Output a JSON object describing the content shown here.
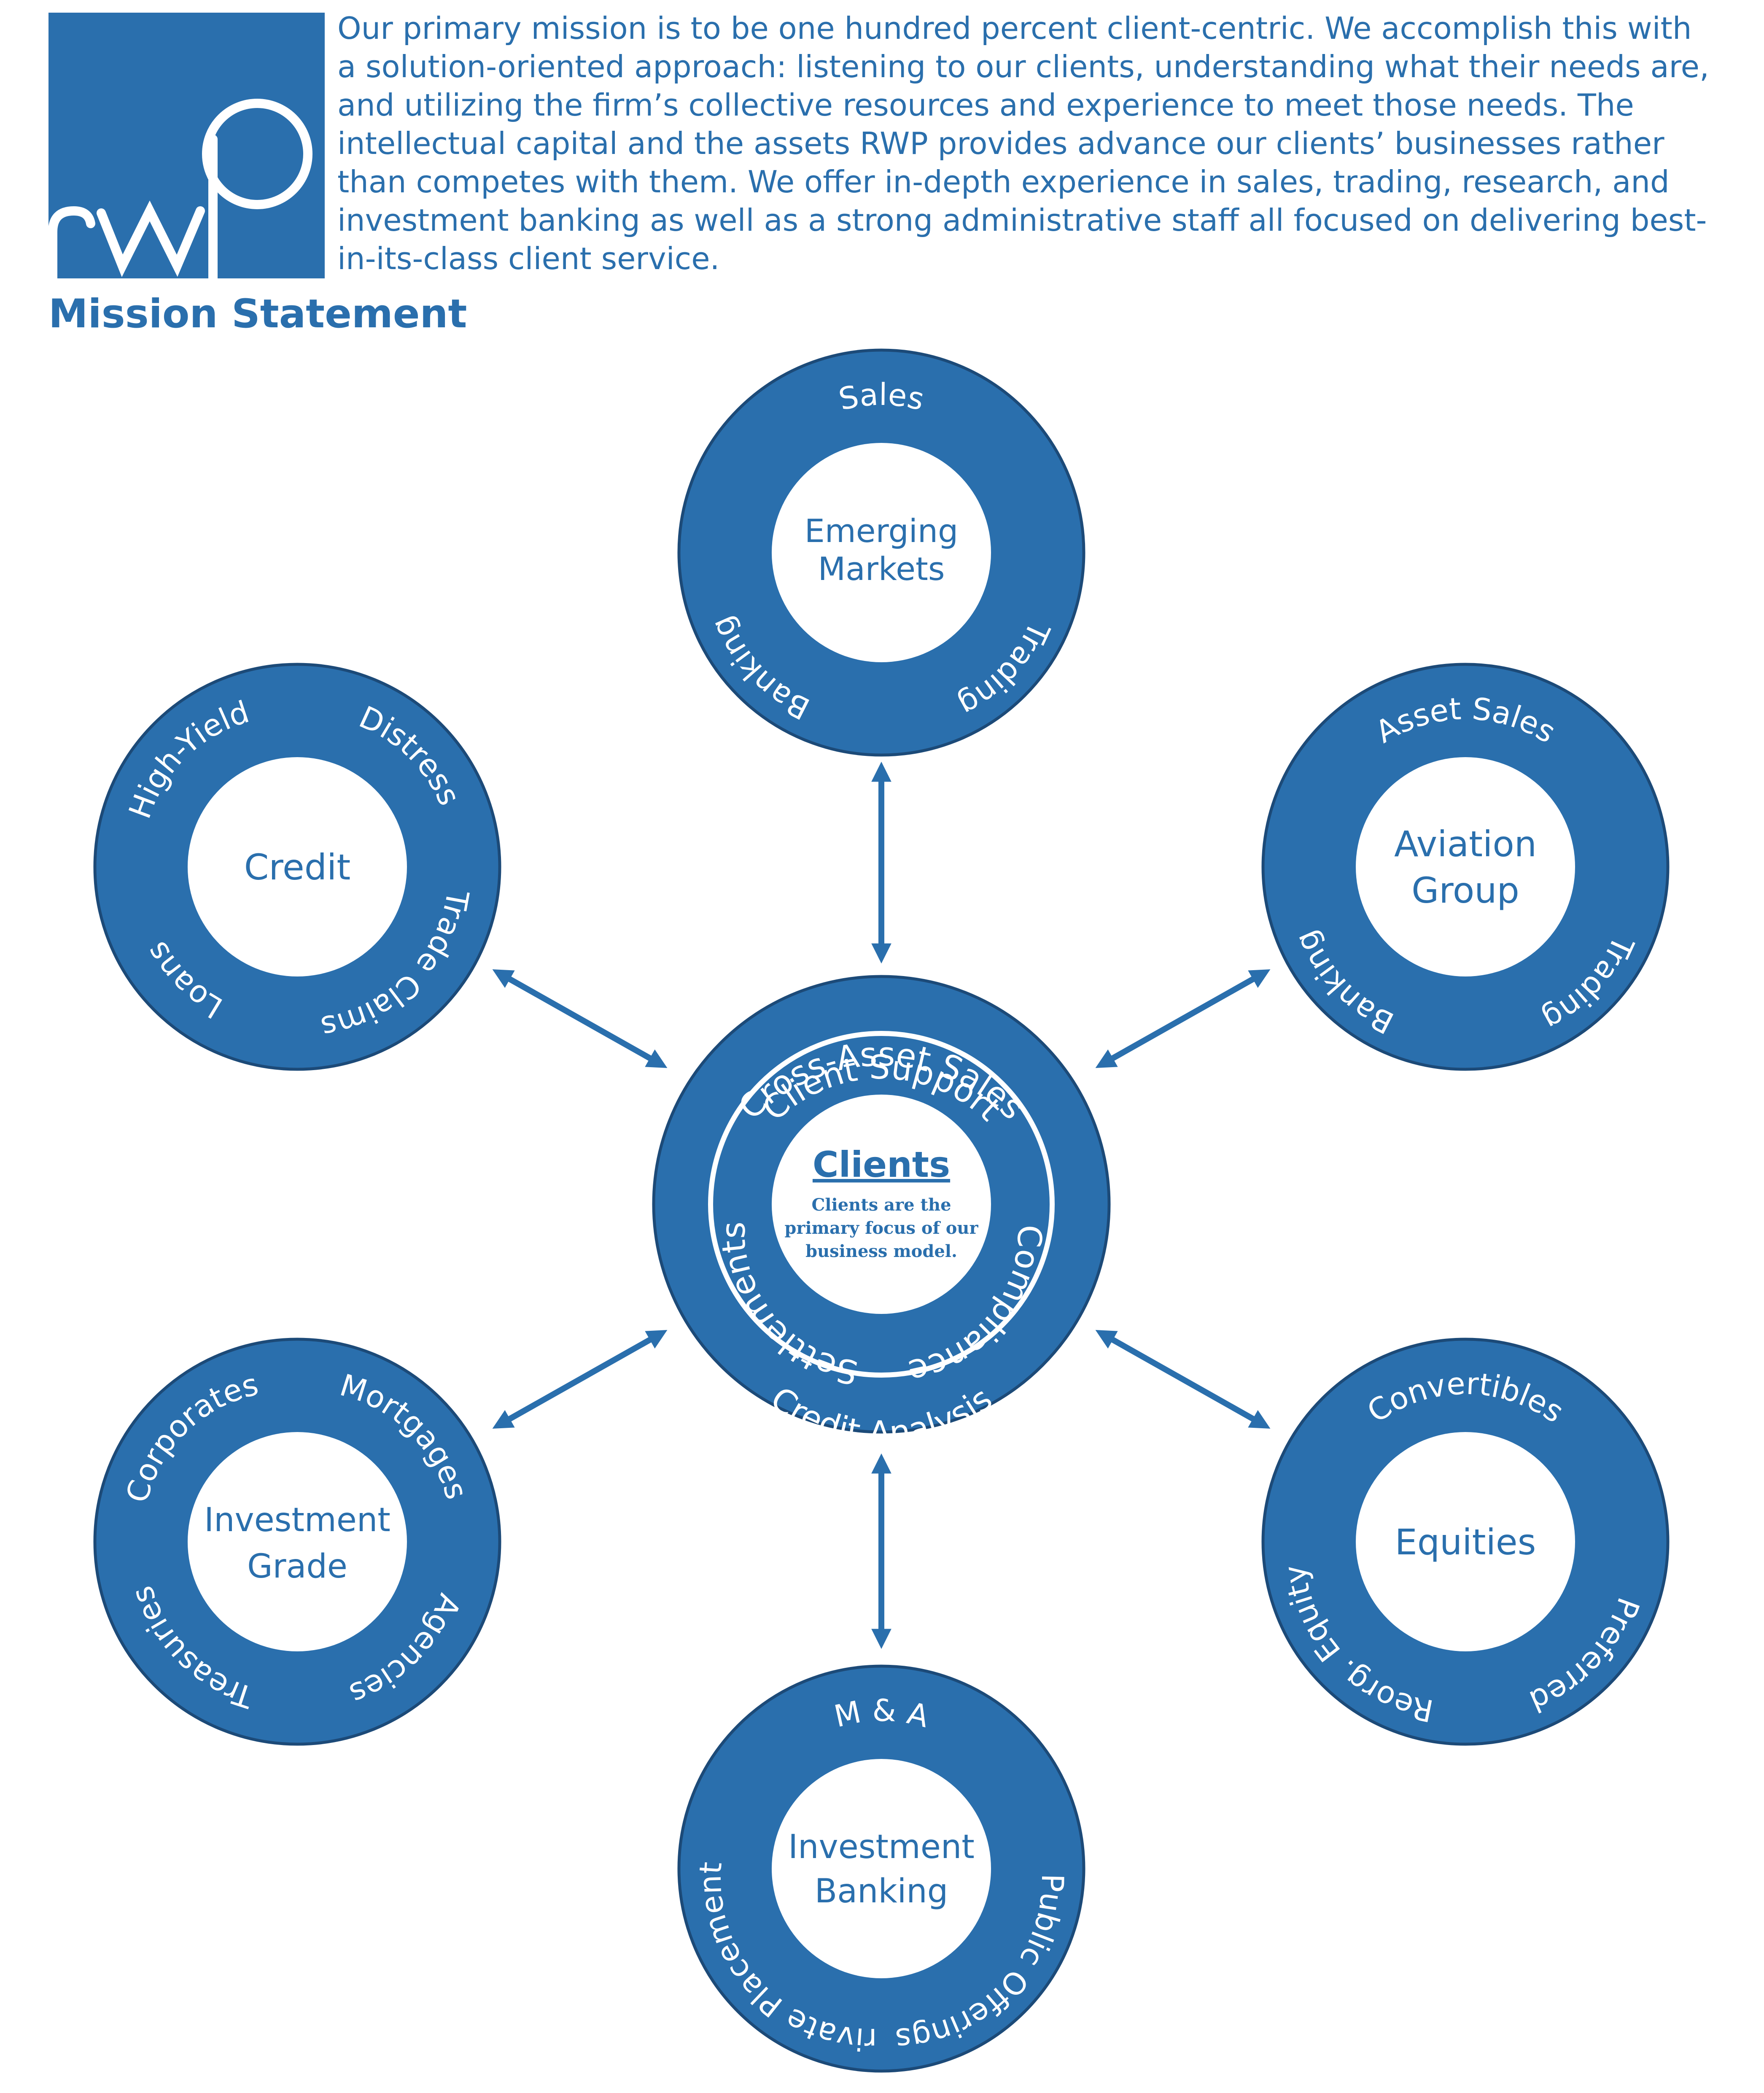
{
  "colors": {
    "brand": "#2a6fad",
    "outline": "#1c4a78",
    "background": "#ffffff"
  },
  "logo": {
    "text": "rwp"
  },
  "mission": {
    "text": "Our primary mission is to be one hundred percent client-centric. We accomplish this with a solution-oriented approach: listening to our clients, understanding what their needs are, and utilizing the firm’s collective resources and experience to meet those needs. The intellectual capital and the assets RWP provides advance our clients’ businesses rather than competes with them. We offer in-depth experience in sales, trading, research, and investment banking as well as a strong administrative staff all focused on delivering best-in-its-class client service.",
    "heading": "Mission Statement"
  },
  "center": {
    "title": "Clients",
    "description_lines": [
      "Clients are the",
      "primary focus of our",
      "business model."
    ],
    "outer_labels": {
      "top": "Cross-Asset Sales",
      "bottom": "Credit Analysis"
    },
    "inner_labels": {
      "top": "Client Support",
      "bottom_left": "Settlements",
      "bottom_right": "Compliance"
    }
  },
  "satellites": [
    {
      "id": "emerging-markets",
      "title_lines": [
        "Emerging",
        "Markets"
      ],
      "top": "Sales",
      "bottom_left": "Banking",
      "bottom_right": "Trading"
    },
    {
      "id": "credit",
      "title_lines": [
        "Credit"
      ],
      "top_left": "High-Yield",
      "top_right": "Distress",
      "bottom_left": "Loans",
      "bottom_right": "Trade Claims"
    },
    {
      "id": "aviation-group",
      "title_lines": [
        "Aviation",
        "Group"
      ],
      "top": "Asset Sales",
      "bottom_left": "Banking",
      "bottom_right": "Trading"
    },
    {
      "id": "investment-grade",
      "title_lines": [
        "Investment",
        "Grade"
      ],
      "top_left": "Corporates",
      "top_right": "Mortgages",
      "bottom_left": "Treasuries",
      "bottom_right": "Agencies"
    },
    {
      "id": "equities",
      "title_lines": [
        "Equities"
      ],
      "top": "Convertibles",
      "bottom_left": "Reorg. Equity",
      "bottom_right": "Preferred"
    },
    {
      "id": "investment-banking",
      "title_lines": [
        "Investment",
        "Banking"
      ],
      "top": "M & A",
      "bottom_left": "Private Placements",
      "bottom_right": "Public Offerings"
    }
  ]
}
